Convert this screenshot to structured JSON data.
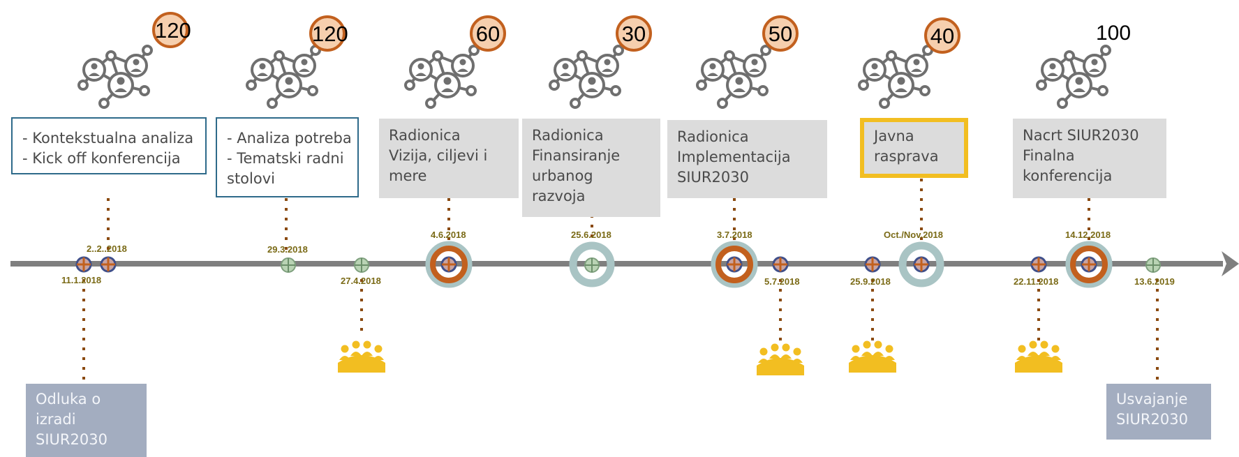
{
  "badges": [
    "120",
    "120",
    "60",
    "30",
    "50",
    "40"
  ],
  "final_count": "100",
  "boxes": {
    "b1": [
      "- Kontekstualna analiza",
      "- Kick off konferencija"
    ],
    "b2": [
      "- Analiza potreba",
      "- Tematski radni",
      "stolovi"
    ],
    "b3": [
      "Radionica",
      "Vizija, ciljevi i",
      "mere"
    ],
    "b4": [
      "Radionica",
      "Finansiranje",
      "urbanog",
      "razvoja"
    ],
    "b5": [
      "Radionica",
      "Implementacija",
      "SIUR2030"
    ],
    "b6": [
      "Javna",
      "rasprava"
    ],
    "b7": [
      "Nacrt SIUR2030",
      "Finalna",
      "konferencija"
    ],
    "b8": [
      "Odluka o",
      "izradi",
      "SIUR2030"
    ],
    "b9": [
      "Usvajanje",
      "SIUR2030"
    ]
  },
  "dates": {
    "d_11_1": "11.1.2018",
    "d_2_2": "2..2..2018",
    "d_29_3": "29.3.2018",
    "d_27_4": "27.4.2018",
    "d_4_6": "4.6.2018",
    "d_25_6": "25.6.2018",
    "d_3_7": "3.7.2018",
    "d_5_7": "5.7.2018",
    "d_25_9": "25.9.2018",
    "d_oct_nov": "Oct./Nov.2018",
    "d_22_11": "22.11.2018",
    "d_14_12": "14.12.2018",
    "d_13_6": "13.6.2019"
  },
  "icons": {
    "network": "network-people-icon",
    "audience": "audience-group-icon"
  },
  "colors": {
    "axis": "#7f7f7f",
    "orange": "#c2601e",
    "badge_fill": "#f6cfae",
    "teal_ring": "#a9c4c4",
    "green_marker": "#9bbf9c",
    "date_text": "#7a6a16",
    "dots": "#8a4a10",
    "yellow": "#f2be21",
    "network_icon": "#6f6f6f"
  }
}
